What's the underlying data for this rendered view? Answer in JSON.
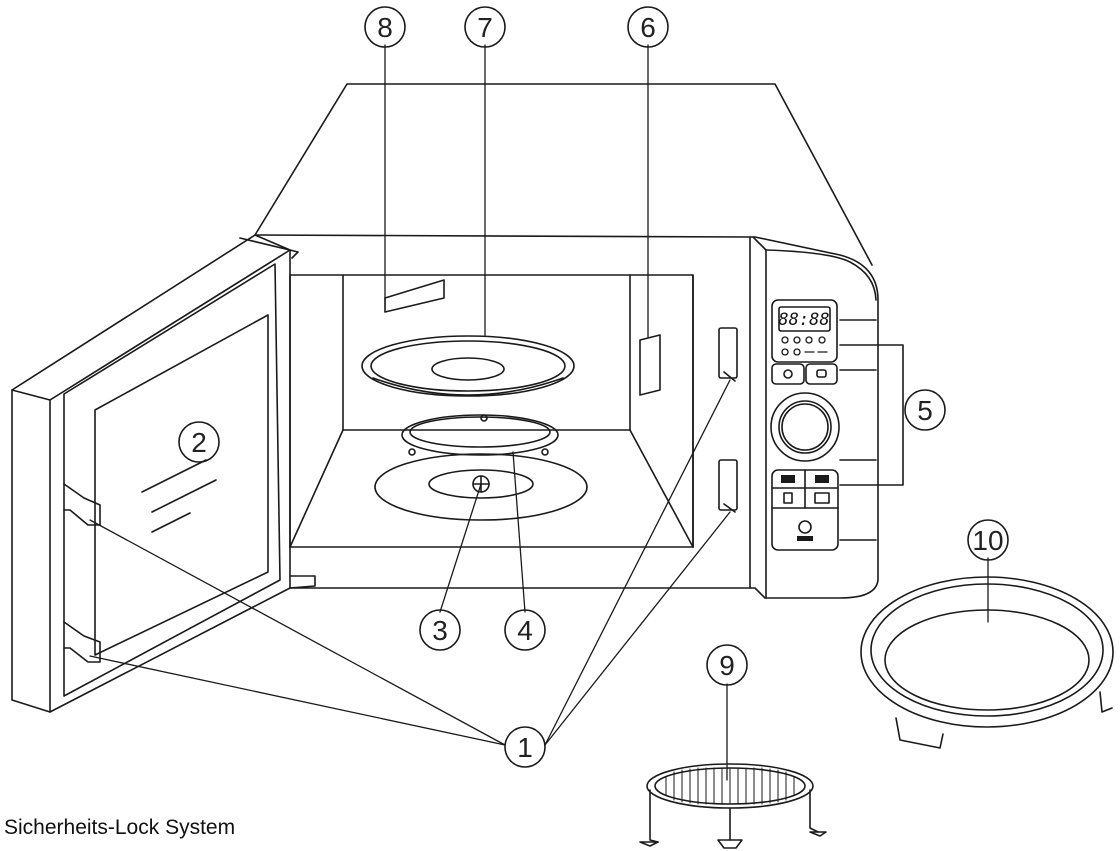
{
  "caption": "Sicherheits-Lock System",
  "callouts": [
    "1",
    "2",
    "3",
    "4",
    "5",
    "6",
    "7",
    "8",
    "9",
    "10"
  ],
  "display": {
    "digits": "88:88"
  },
  "colors": {
    "line": "#1a1a1a",
    "background": "#ffffff"
  }
}
